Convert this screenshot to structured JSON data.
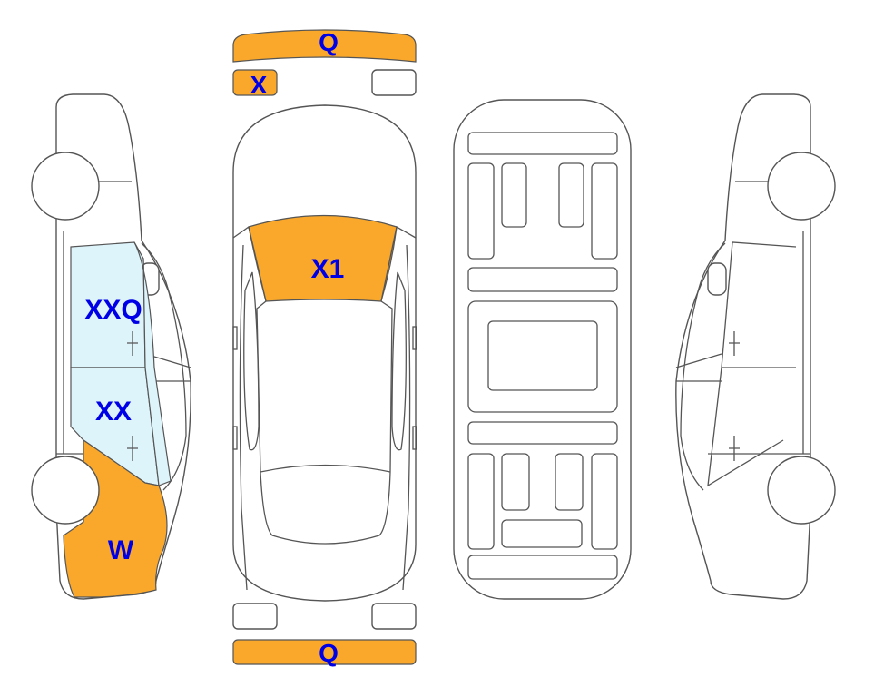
{
  "diagram": {
    "title": "Vehicle damage diagram",
    "colors": {
      "damage": "#F9A82B",
      "glass": "#DDF4FB",
      "label": "#0000E6",
      "outline": "#555555"
    },
    "labels": {
      "front_bumper": "Q",
      "front_left_light": "X",
      "windshield": "X1",
      "rear_door": "XXQ",
      "front_door": "XX",
      "front_fender": "W",
      "rear_bumper": "Q"
    }
  }
}
